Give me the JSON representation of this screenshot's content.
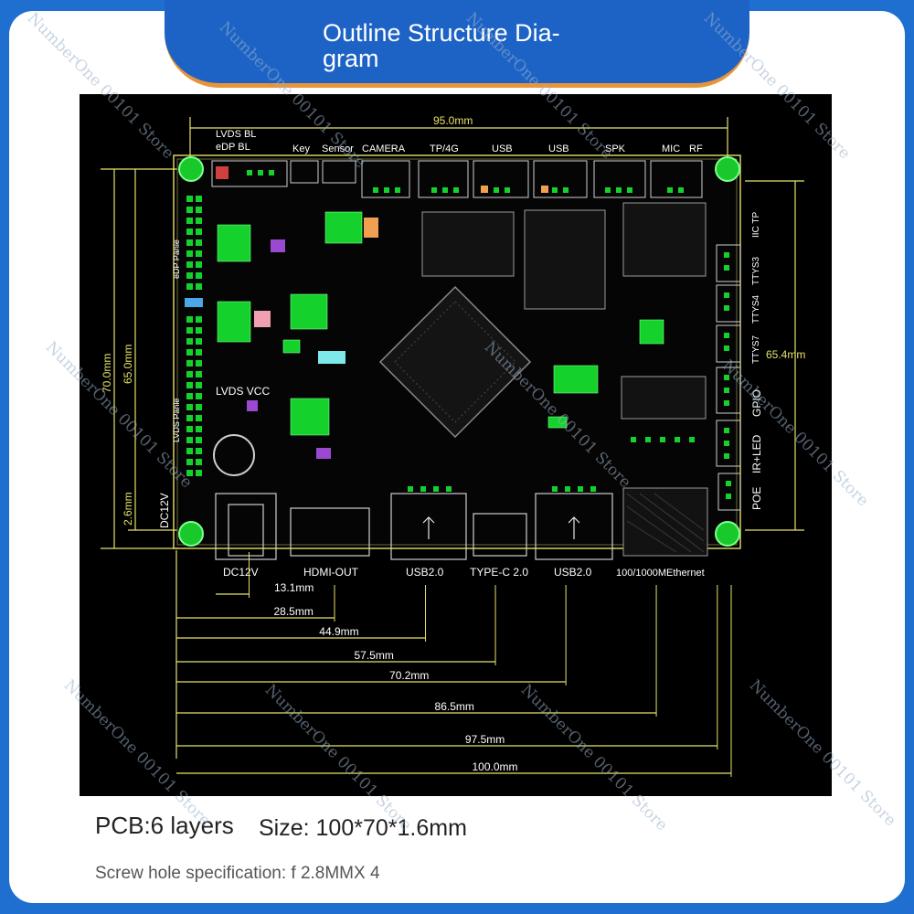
{
  "header": {
    "title_line1": "Outline Structure Dia-",
    "title_line2": "gram"
  },
  "colors": {
    "frame": "#1f6fd0",
    "banner": "#1d63c6",
    "accent": "#e8953a",
    "dimension": "#e6e26a",
    "pcb_green": "#15d12b"
  },
  "diagram": {
    "top_labels": [
      "LVDS BL",
      "eDP BL",
      "Key",
      "Sensor",
      "CAMERA",
      "TP/4G",
      "USB",
      "USB",
      "SPK",
      "MIC",
      "RF"
    ],
    "left_labels": [
      "eDP Panle",
      "LVDS Panle",
      "LVDS VCC",
      "DC12V"
    ],
    "right_labels": [
      "IIC TP",
      "TTYS3",
      "TTYS4",
      "TTYS7",
      "GPIO",
      "IR+LED",
      "POE"
    ],
    "bottom_connectors": [
      "DC12V",
      "HDMI-OUT",
      "USB2.0",
      "TYPE-C 2.0",
      "USB2.0",
      "100/1000MEthernet"
    ],
    "dims_top": "95.0mm",
    "dims_left": [
      "70.0mm",
      "65.0mm",
      "2.6mm"
    ],
    "dims_right": "65.4mm",
    "dims_bottom": [
      "13.1mm",
      "28.5mm",
      "44.9mm",
      "57.5mm",
      "70.2mm",
      "86.5mm",
      "97.5mm",
      "100.0mm"
    ]
  },
  "specs": {
    "pcb": "PCB:6 layers",
    "size": "Size: 100*70*1.6mm",
    "screw": "Screw hole specification: f 2.8MMX 4"
  },
  "watermark": "NumberOne 00101 Store"
}
